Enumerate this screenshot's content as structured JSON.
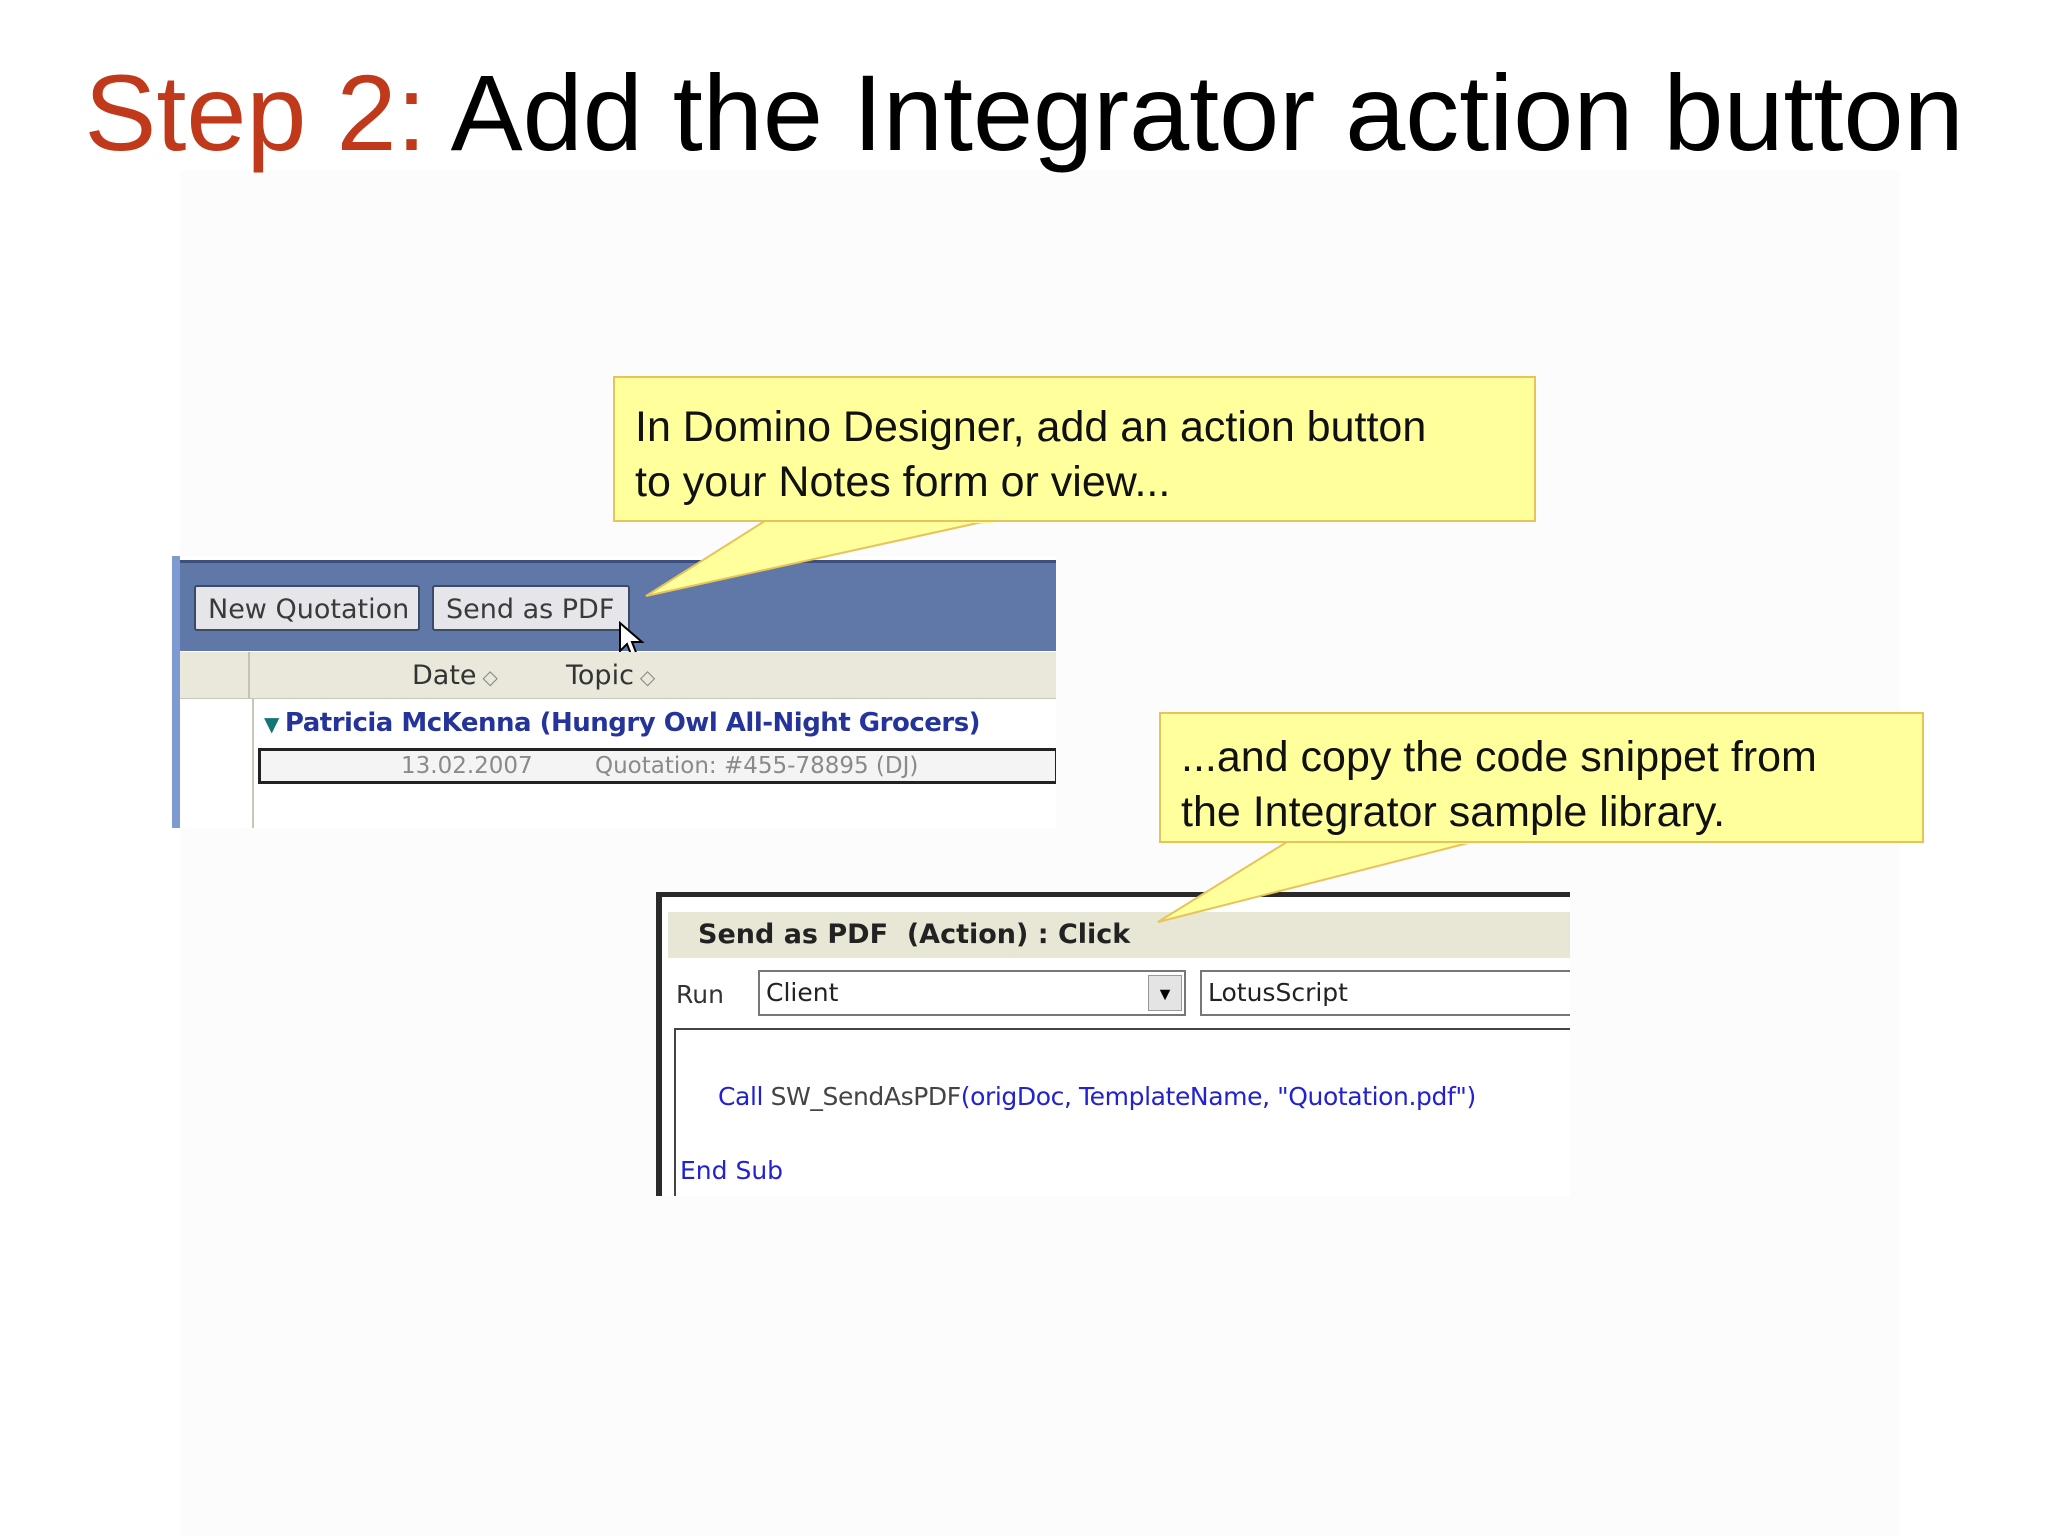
{
  "title": {
    "step": "Step 2:",
    "text": "Add the Integrator action button"
  },
  "callouts": {
    "first": {
      "line1": "In Domino Designer, add an action button",
      "line2": "to your Notes form or view..."
    },
    "second": {
      "line1": "...and copy the code snippet from",
      "line2": "the Integrator sample library."
    }
  },
  "view_screenshot": {
    "buttons": {
      "new_quotation": "New Quotation",
      "send_as_pdf": "Send as PDF"
    },
    "columns": {
      "date": "Date",
      "topic": "Topic"
    },
    "category": "Patricia McKenna (Hungry Owl All-Night Grocers)",
    "document": {
      "date": "13.02.2007",
      "topic": "Quotation: #455-78895 (DJ)"
    }
  },
  "designer_screenshot": {
    "title": "Send as PDF  (Action) : Click",
    "run_label": "Run",
    "run_value": "Client",
    "language": "LotusScript",
    "code": {
      "keyword_call": "Call",
      "call_body_name": " SW_SendAsPDF",
      "call_body_args": "(origDoc, TemplateName, \"Quotation.pdf\")",
      "end_sub": "End Sub"
    }
  },
  "colors": {
    "step_accent": "#c0391b",
    "callout_fill": "#ffff9c",
    "callout_border": "#e8c35a",
    "action_bar": "#6078a8",
    "code_keyword": "#2222d0"
  }
}
